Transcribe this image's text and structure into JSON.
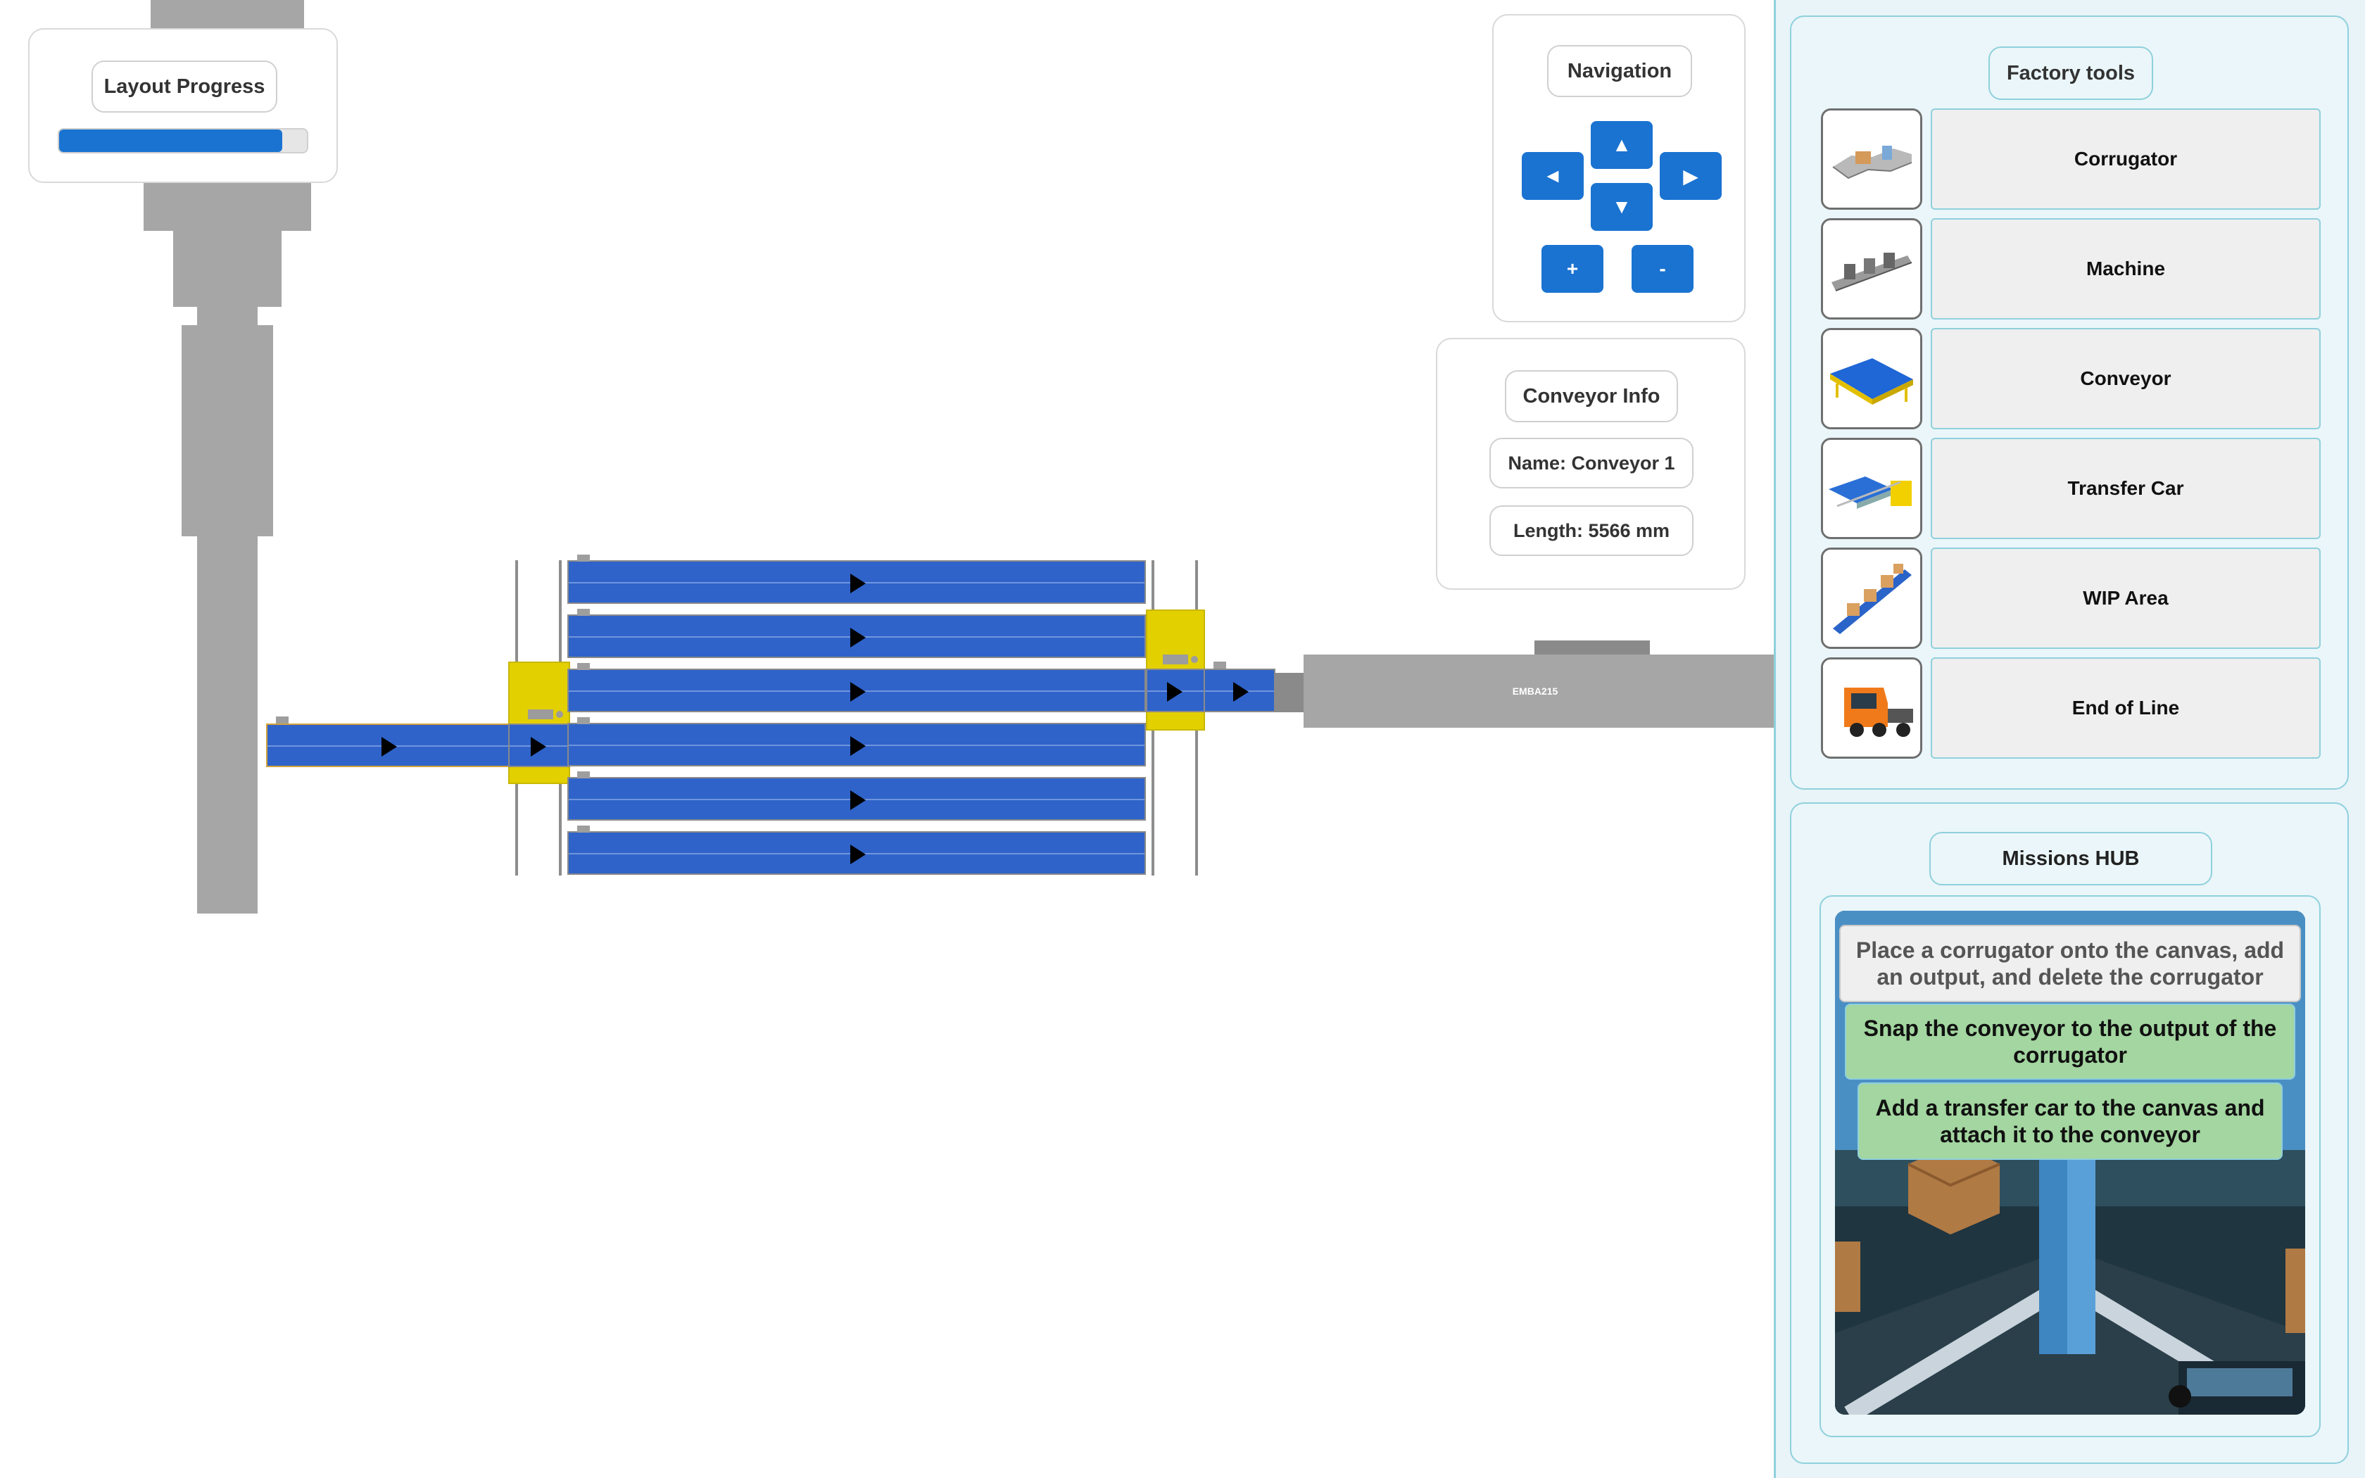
{
  "progress": {
    "title": "Layout Progress",
    "value_pct": 90
  },
  "navigation": {
    "title": "Navigation",
    "up": "▲",
    "down": "▼",
    "left": "◄",
    "right": "▶",
    "zoom_in": "+",
    "zoom_out": "-"
  },
  "conveyor_info": {
    "title": "Conveyor Info",
    "name": "Name: Conveyor 1",
    "length": "Length: 5566 mm"
  },
  "machine_label": "EMBA215",
  "factory_tools": {
    "title": "Factory tools",
    "items": [
      {
        "label": "Corrugator",
        "icon": "corrugator-thumbnail"
      },
      {
        "label": "Machine",
        "icon": "machine-thumbnail"
      },
      {
        "label": "Conveyor",
        "icon": "conveyor-thumbnail"
      },
      {
        "label": "Transfer Car",
        "icon": "transfer-car-thumbnail"
      },
      {
        "label": "WIP Area",
        "icon": "wip-area-thumbnail"
      },
      {
        "label": "End of Line",
        "icon": "truck-thumbnail"
      }
    ]
  },
  "missions": {
    "title": "Missions HUB",
    "items": [
      {
        "text": "Place a corrugator onto the canvas, add an output, and delete the corrugator",
        "status": "pending"
      },
      {
        "text": "Snap the conveyor to the output of the corrugator",
        "status": "completed"
      },
      {
        "text": "Add a transfer car to the canvas and attach it to the conveyor",
        "status": "completed"
      }
    ]
  },
  "colors": {
    "accent": "#1a73d1",
    "belt": "#2f63c9",
    "transfer_car": "#e2d000",
    "machine": "#a6a6a6",
    "mission_done": "#a3d6a0",
    "sidebar": "#e8f4f8"
  }
}
